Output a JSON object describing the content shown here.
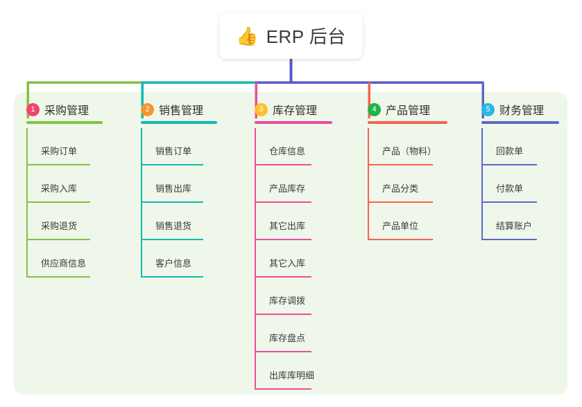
{
  "root": {
    "icon": "thumbs-up-icon",
    "emoji": "👍",
    "title": "ERP 后台"
  },
  "palette": {
    "panel_bg": "#eef7e9",
    "page_bg": "#ffffff",
    "trunk": "#5a5ac8",
    "text": "#3a3a3a"
  },
  "columns": [
    {
      "number": "1",
      "title": "采购管理",
      "badge_color": "#f2456b",
      "line_color": "#84c044",
      "drop_color": "#84c044",
      "items": [
        "采购订单",
        "采购入库",
        "采购退货",
        "供应商信息"
      ]
    },
    {
      "number": "2",
      "title": "销售管理",
      "badge_color": "#f7942f",
      "line_color": "#12bab0",
      "drop_color": "#12bab0",
      "items": [
        "销售订单",
        "销售出库",
        "销售退货",
        "客户信息"
      ]
    },
    {
      "number": "3",
      "title": "库存管理",
      "badge_color": "#fbc02d",
      "line_color": "#ec4b9e",
      "drop_color": "#ec4b9e",
      "items": [
        "仓库信息",
        "产品库存",
        "其它出库",
        "其它入库",
        "库存调拨",
        "库存盘点",
        "出库库明细"
      ]
    },
    {
      "number": "4",
      "title": "产品管理",
      "badge_color": "#21b24b",
      "line_color": "#f6634f",
      "drop_color": "#f6634f",
      "items": [
        "产品（物料）",
        "产品分类",
        "产品单位"
      ]
    },
    {
      "number": "5",
      "title": "财务管理",
      "badge_color": "#29b6e8",
      "line_color": "#5a69c8",
      "drop_color": "#5a69c8",
      "items": [
        "回款单",
        "付款单",
        "结算账户"
      ]
    }
  ]
}
